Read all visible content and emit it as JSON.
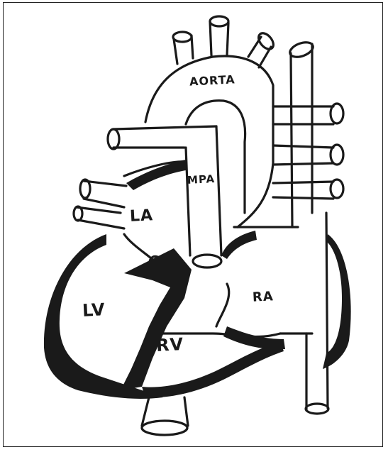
{
  "labels": {
    "aorta": "AORTA",
    "mpa": "MPA",
    "la": "LA",
    "lv": "LV",
    "rv": "RV",
    "ra": "RA"
  },
  "colors": {
    "ink": "#1a1a1a",
    "background": "#ffffff"
  }
}
